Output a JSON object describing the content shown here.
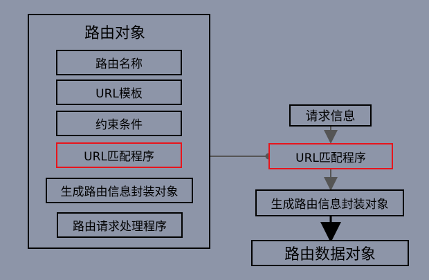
{
  "left_panel": {
    "title": "路由对象",
    "items": [
      "路由名称",
      "URL模板",
      "约束条件",
      "URL匹配程序",
      "生成路由信息封装对象",
      "路由请求处理程序"
    ]
  },
  "right_flow": {
    "request_info": "请求信息",
    "matcher": "URL匹配程序",
    "generator": "生成路由信息封装对象",
    "result": "路由数据对象"
  },
  "colors": {
    "background": "#8d95a8",
    "border": "#000000",
    "highlight": "#e8141b",
    "connector": "#555555"
  }
}
